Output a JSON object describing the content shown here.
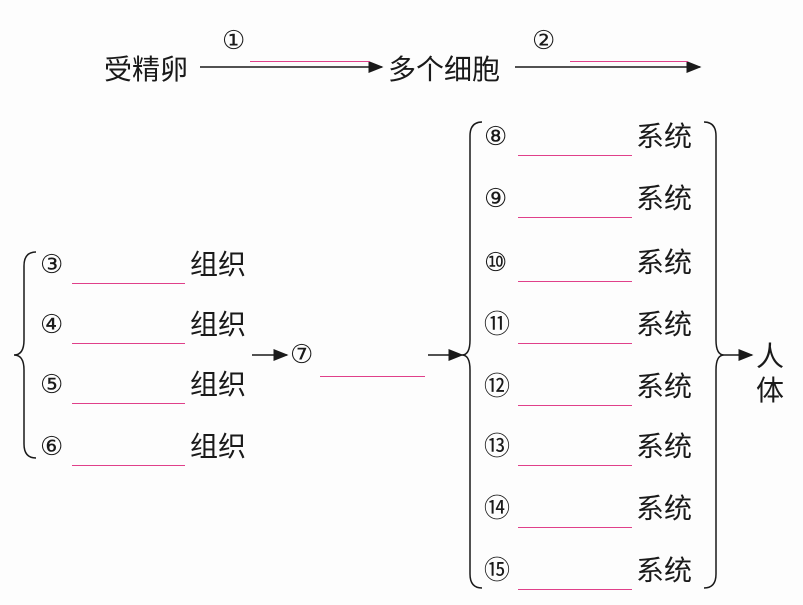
{
  "top": {
    "start": "受精卵",
    "mid": "多个细胞",
    "step1": "①",
    "step2": "②"
  },
  "tissues": {
    "suffix": "组织",
    "items": [
      "③",
      "④",
      "⑤",
      "⑥"
    ]
  },
  "organ": {
    "label": "⑦"
  },
  "systems": {
    "suffix": "系统",
    "items": [
      "⑧",
      "⑨",
      "⑩",
      "⑪",
      "⑫",
      "⑬",
      "⑭",
      "⑮"
    ]
  },
  "end": {
    "label": "人体"
  },
  "colors": {
    "blank": "#e0408a",
    "ink": "#1a1a1a"
  }
}
